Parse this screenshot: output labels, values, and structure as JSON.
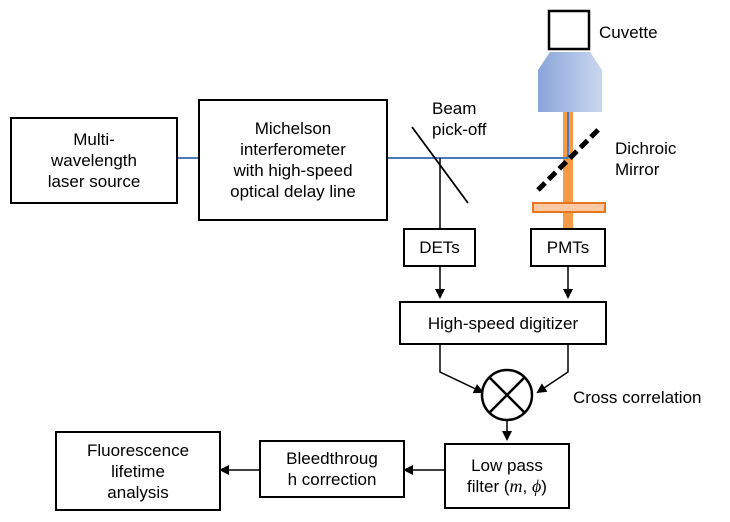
{
  "colors": {
    "beam": "#4a7ab8",
    "fluorescence": "#f59a47",
    "filter": "#e8751f",
    "lens_top": "#c9d6ef",
    "lens_bottom": "#8aa5d9",
    "stroke": "#000000"
  },
  "icons": {
    "cuvette": "square-outline-icon",
    "objective": "objective-lens-icon",
    "beam_pickoff": "diagonal-mirror-icon",
    "dichroic": "dashed-diagonal-mirror-icon",
    "emission_filter": "filter-bar-icon",
    "mixer": "circle-cross-multiplier-icon"
  },
  "boxes": {
    "laser": "Multi-\nwavelength\nlaser source",
    "interferometer": "Michelson\ninterferometer\nwith high-speed\noptical delay line",
    "dets": "DETs",
    "pmts": "PMTs",
    "digitizer": "High-speed digitizer",
    "lowpass": {
      "line1": "Low pass",
      "line2_prefix": "filter (",
      "m": "m",
      "sep": ", ",
      "phi": "ϕ",
      "close": ")"
    },
    "bleed": "Bleedthroug\nh correction",
    "fluor": "Fluorescence\nlifetime\nanalysis"
  },
  "labels": {
    "cuvette": "Cuvette",
    "beam": "Beam\npick-off",
    "dichroic": "Dichroic\nMirror",
    "xcorr": "Cross correlation"
  }
}
